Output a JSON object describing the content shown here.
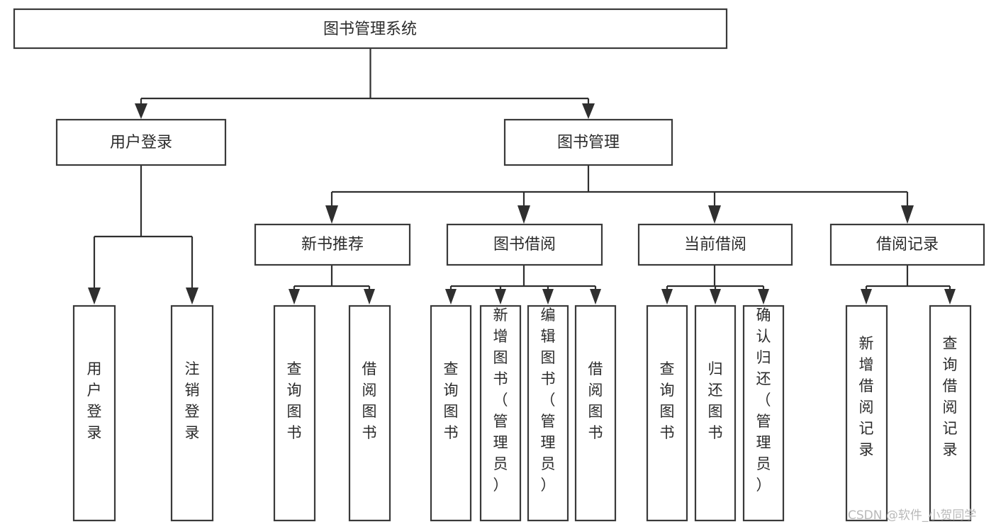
{
  "diagram": {
    "title": "图书管理系统",
    "type": "tree",
    "root": {
      "id": "system",
      "label": "图书管理系统",
      "orientation": "horizontal"
    },
    "level2": [
      {
        "id": "user-login",
        "label": "用户登录",
        "orientation": "horizontal"
      },
      {
        "id": "book-management",
        "label": "图书管理",
        "orientation": "horizontal"
      }
    ],
    "level3": [
      {
        "id": "new-book-recommend",
        "label": "新书推荐",
        "parent": "book-management",
        "orientation": "horizontal"
      },
      {
        "id": "book-borrow",
        "label": "图书借阅",
        "parent": "book-management",
        "orientation": "horizontal"
      },
      {
        "id": "current-borrow",
        "label": "当前借阅",
        "parent": "book-management",
        "orientation": "horizontal"
      },
      {
        "id": "borrow-record",
        "label": "借阅记录",
        "parent": "book-management",
        "orientation": "horizontal"
      }
    ],
    "leaves": [
      {
        "id": "leaf-user-login",
        "label": "用户登录",
        "parent": "user-login",
        "orientation": "vertical"
      },
      {
        "id": "leaf-logout-login",
        "label": "注销登录",
        "parent": "user-login",
        "orientation": "vertical"
      },
      {
        "id": "leaf-query-book-nb",
        "label": "查询图书",
        "parent": "new-book-recommend",
        "orientation": "vertical"
      },
      {
        "id": "leaf-borrow-book-nb",
        "label": "借阅图书",
        "parent": "new-book-recommend",
        "orientation": "vertical"
      },
      {
        "id": "leaf-query-book-bb",
        "label": "查询图书",
        "parent": "book-borrow",
        "orientation": "vertical"
      },
      {
        "id": "leaf-add-book",
        "label": "新增图书（管理员）",
        "parent": "book-borrow",
        "orientation": "vertical"
      },
      {
        "id": "leaf-edit-book",
        "label": "编辑图书（管理员）",
        "parent": "book-borrow",
        "orientation": "vertical"
      },
      {
        "id": "leaf-borrow-book-bb",
        "label": "借阅图书",
        "parent": "book-borrow",
        "orientation": "vertical"
      },
      {
        "id": "leaf-query-book-cb",
        "label": "查询图书",
        "parent": "current-borrow",
        "orientation": "vertical"
      },
      {
        "id": "leaf-return-book",
        "label": "归还图书",
        "parent": "current-borrow",
        "orientation": "vertical"
      },
      {
        "id": "leaf-confirm-return",
        "label": "确认归还（管理员）",
        "parent": "current-borrow",
        "orientation": "vertical"
      },
      {
        "id": "leaf-add-record",
        "label": "新增借阅记录",
        "parent": "borrow-record",
        "orientation": "vertical"
      },
      {
        "id": "leaf-query-record",
        "label": "查询借阅记录",
        "parent": "borrow-record",
        "orientation": "vertical"
      }
    ],
    "colors": {
      "box_stroke": "#3a3a3a",
      "box_fill": "#ffffff",
      "edge": "#2f2f2f",
      "text": "#2b2b2b",
      "background": "#ffffff",
      "watermark": "#b9b9b9"
    }
  },
  "watermark": {
    "text": "CSDN @软件_小贺同学"
  }
}
